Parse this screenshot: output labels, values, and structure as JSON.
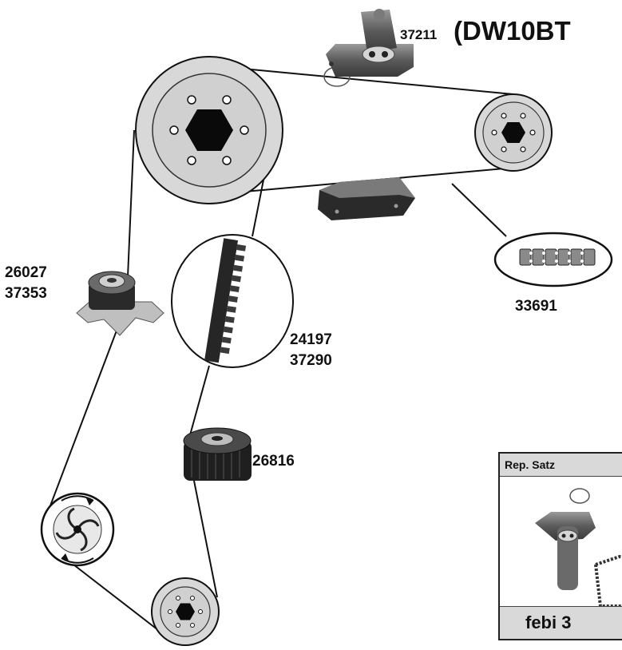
{
  "title": "(DW10BT",
  "labels": {
    "p37211": "37211",
    "p26027": "26027",
    "p37353": "37353",
    "p33691": "33691",
    "p24197": "24197",
    "p37290": "37290",
    "p26816": "26816"
  },
  "kit": {
    "header": "Rep. Satz",
    "footer": "febi 3"
  }
}
